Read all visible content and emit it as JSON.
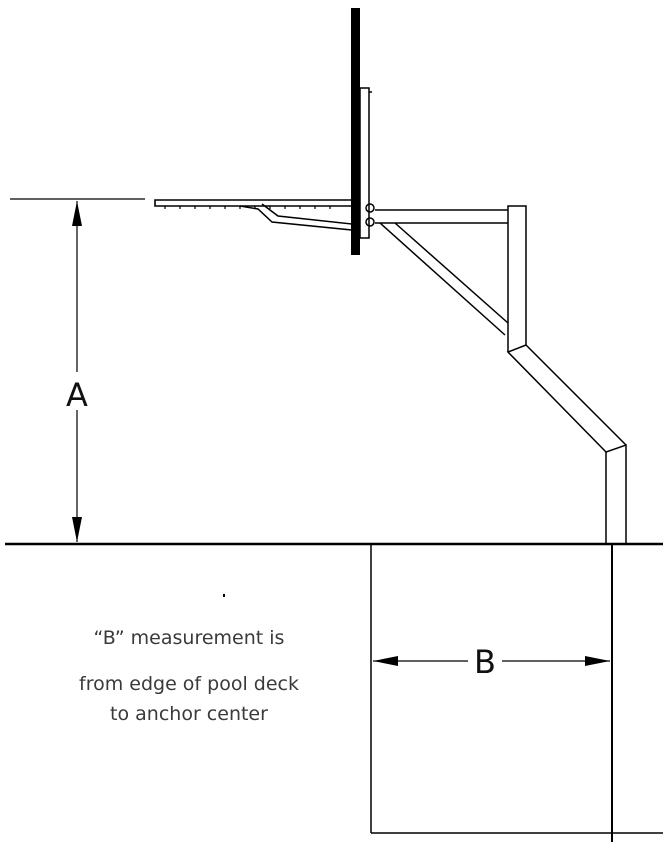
{
  "labels": {
    "dimension_a": "A",
    "dimension_b": "B"
  },
  "note": {
    "line1": "“B” measurement is",
    "line2": "from edge of pool deck",
    "line3": "to anchor center"
  },
  "colors": {
    "line": "#000000",
    "text": "#111111",
    "note_text": "#3a3a3a",
    "background": "#ffffff"
  }
}
